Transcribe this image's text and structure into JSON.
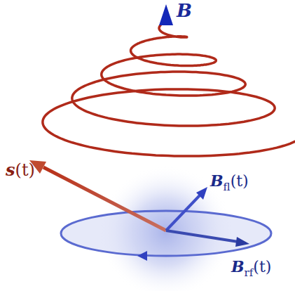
{
  "diagram": {
    "labels": [
      "B",
      "s",
      "(t)",
      "B",
      "fl",
      "(t)",
      "B",
      "rf",
      "(t)"
    ]
  }
}
